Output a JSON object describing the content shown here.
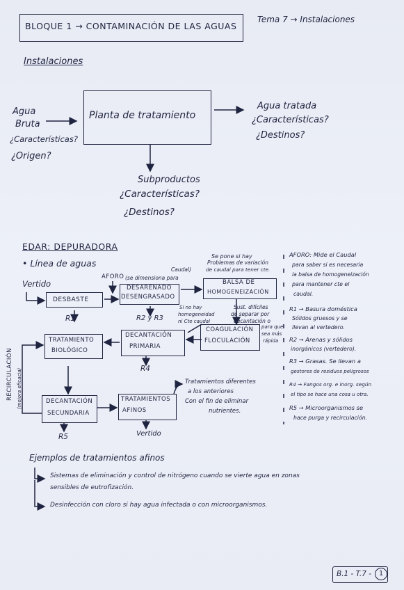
{
  "header": {
    "bloque": "BLOQUE 1 → CONTAMINACIÓN DE LAS AGUAS",
    "tema": "Tema 7 → Instalaciones"
  },
  "section1": {
    "title": "Instalaciones",
    "agua_bruta_1": "Agua",
    "agua_bruta_2": "Bruta",
    "caracteristicas_left": "¿Características?",
    "origen": "¿Origen?",
    "planta": "Planta de tratamiento",
    "agua_tratada": "Agua tratada",
    "caracteristicas_right": "¿Características?",
    "destinos_right": "¿Destinos?",
    "subproductos": "Subproductos",
    "caracteristicas_sub": "¿Características?",
    "destinos_sub": "¿Destinos?"
  },
  "section2": {
    "title": "EDAR: DEPURADORA",
    "linea": "Línea de aguas",
    "vertido_in": "Vertido",
    "aforo": "AFORO",
    "se_dimensiona": "(se dimensiona para",
    "caudal": "Caudal)",
    "se_pone_1": "Se pone si hay",
    "se_pone_2": "Problemas de variación",
    "se_pone_3": "de caudal para tener cte.",
    "desbaste": "DESBASTE",
    "desarenado_1": "DESARENADO",
    "desarenado_2": "DESENGRASADO",
    "balsa_1": "BALSA DE",
    "balsa_2": "HOMOGENEIZACIÓN",
    "r1": "R1",
    "r2r3": "R2 y R3",
    "si_no_1": "Si no hay",
    "si_no_2": "homogeneidad",
    "si_no_3": "ni Cte caudal",
    "sust_1": "Sust. difíciles",
    "sust_2": "de separar por",
    "sust_3": "decantación o",
    "para_que_1": "para que",
    "para_que_2": "sea más",
    "para_que_3": "rápida",
    "tratamiento_bio_1": "TRATAMIENTO",
    "tratamiento_bio_2": "BIOLÓGICO",
    "decantacion_prim_1": "DECANTACIÓN",
    "decantacion_prim_2": "PRIMARIA",
    "coagulacion_1": "COAGULACIÓN",
    "coagulacion_2": "FLOCULACIÓN",
    "r4": "R4",
    "recirculacion": "RECIRCULACIÓN",
    "mejora_eficacia": "(mejora eficacia)",
    "decantacion_sec_1": "DECANTACIÓN",
    "decantacion_sec_2": "SECUNDARIA",
    "tratamientos_afinos_1": "TRATAMIENTOS",
    "tratamientos_afinos_2": "AFINOS",
    "trat_dif_1": "Tratamientos diferentes",
    "trat_dif_2": "a los anteriores",
    "trat_dif_3": "Con el fin de eliminar",
    "trat_dif_4": "nutrientes.",
    "r5": "R5",
    "vertido_out": "Vertido"
  },
  "notes": [
    "AFORO: Mide el Caudal",
    "para saber si es necesaria",
    "la balsa de homogeneización",
    "para mantener cte el",
    "caudal.",
    "R1 → Basura doméstica",
    "Sólidos gruesos y se",
    "llevan al vertedero.",
    "R2 → Arenas y sólidos",
    "inorgánicos (vertedero).",
    "R3 → Grasas. Se llevan a",
    "gestores de residuos peligrosos",
    "R4 → Fangos org. e inorg. según",
    "el tipo se hace una cosa u otra.",
    "R5 → Microorganismos se",
    "hace purga y recirculación."
  ],
  "examples": {
    "title": "Ejemplos de tratamientos afinos",
    "item1_line1": "Sistemas de eliminación y control de nitrógeno cuando se vierte agua en zonas",
    "item1_line2": "sensibles de eutrofización.",
    "item2": "Desinfección con cloro si hay agua infectada o con microorganismos."
  },
  "footer": {
    "page_ref": "B.1 - T.7 -",
    "page_num": "1"
  }
}
